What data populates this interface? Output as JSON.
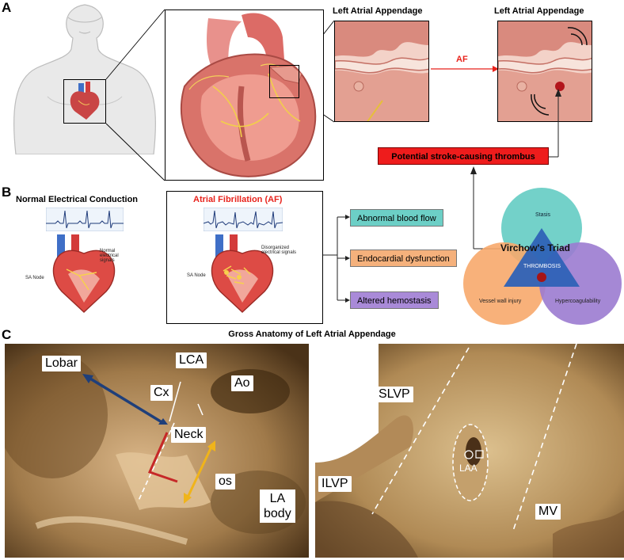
{
  "panels": {
    "a": "A",
    "b": "B",
    "c": "C"
  },
  "a": {
    "laa_normal_title": "Left Atrial Appendage",
    "laa_af_title": "Left Atrial Appendage",
    "af_arrow_label": "AF",
    "thrombus_label": "Potential stroke-causing thrombus"
  },
  "b": {
    "normal_title": "Normal Electrical Conduction",
    "af_title": "Atrial Fibrillation (AF)",
    "sa_node_normal": "SA Node",
    "sa_node_af": "SA Node",
    "normal_signals": "Normal electrical signals",
    "disorganized_signals": "Disorganized electrical signals",
    "consequences": [
      "Abnormal blood flow",
      "Endocardial dysfunction",
      "Altered hemostasis"
    ],
    "virchow": {
      "title": "Virchow's Triad",
      "center": "THROMBOSIS",
      "stasis": "Stasis",
      "vessel": "Vessel wall injury",
      "hypercoag": "Hypercoagulability"
    }
  },
  "c": {
    "title": "Gross Anatomy of Left Atrial Appendage",
    "left_labels": {
      "lobar": "Lobar",
      "cx": "Cx",
      "lca": "LCA",
      "ao": "Ao",
      "neck": "Neck",
      "os": "os",
      "la1": "LA",
      "la2": "body"
    },
    "right_labels": {
      "slvp": "SLVP",
      "ilvp": "ILVP",
      "laa": "LAA",
      "mv": "MV"
    }
  },
  "colors": {
    "red_title": "#e8221b",
    "thrombus_bg": "#ee1c1c",
    "teal": "#6ccfc6",
    "orange": "#f7a86b",
    "purple": "#9b7bd0",
    "triangle": "#2e62b7",
    "arrow_blue": "#1f3f7a",
    "arrow_red": "#c62828",
    "arrow_yellow": "#f0b41a"
  }
}
